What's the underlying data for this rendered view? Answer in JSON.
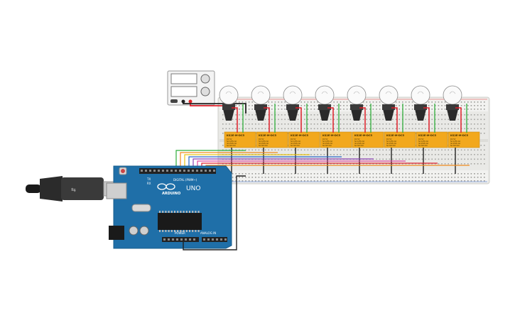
{
  "arduino": {
    "logo_text": "ARDUINO",
    "model_text": "UNO",
    "header_top_label": "DIGITAL (PWM~)",
    "power_label": "POWER",
    "analog_label": "ANALOG IN",
    "board_color": "#1f6fa8",
    "tx_label": "TX",
    "rx_label": "RX"
  },
  "relay": {
    "model_text": "KS2E-M-DC5",
    "count": 8,
    "spec_lines": [
      "DC 5V",
      "5A 125V AC",
      "3A 250V AC",
      "5A 30V DC"
    ],
    "body_color": "#f2a81d"
  },
  "bulbs": {
    "count": 8
  },
  "power_supply": {
    "display_1": "",
    "display_2": ""
  },
  "wire_colors": {
    "red": "#e0202a",
    "black": "#222222",
    "green": "#2fae3a",
    "orange": "#f08a1c",
    "yellow": "#e8c413",
    "blue": "#2a67c9",
    "purple": "#8b3fb3",
    "pink": "#e0489c"
  }
}
